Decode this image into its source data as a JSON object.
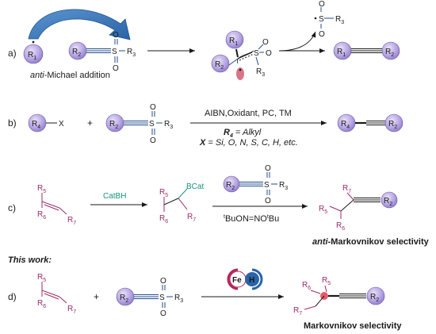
{
  "rows": {
    "a": {
      "label": "a)",
      "caption_em": "anti",
      "caption_rest": "-Michael addition",
      "radical_top": "S",
      "radical_top_r": "R",
      "radical_top_sub": "3"
    },
    "b": {
      "label": "b)",
      "x_atom": "X",
      "plus": "+",
      "conditions": "AIBN,Oxidant, PC, TM",
      "r4_def_r": "R",
      "r4_def_sub": "4",
      "r4_def_rest": " = Alkyl",
      "x_def_x": "X",
      "x_def_rest": " = Si, O, N, S, C, H, etc."
    },
    "c": {
      "label": "c)",
      "reagent": "CatBH",
      "bcat": "BCat",
      "nitrite_sup1": "t",
      "nitrite_mid": "BuON=NO",
      "nitrite_sup2": "t",
      "nitrite_end": "Bu",
      "selectivity_em": "anti",
      "selectivity_rest": "-Markovnikov selectivity"
    },
    "d": {
      "this_work": "This work:",
      "label": "d)",
      "plus": "+",
      "fe": "Fe",
      "h": "H",
      "selectivity": "Markovnikov selectivity"
    },
    "groups": {
      "r1": "R",
      "r1_sub": "1",
      "r2": "R",
      "r2_sub": "2",
      "r3": "R",
      "r3_sub": "3",
      "r4": "R",
      "r4_sub": "4",
      "r5": "R",
      "r5_sub": "5",
      "r6": "R",
      "r6_sub": "6",
      "r7": "R",
      "r7_sub": "7",
      "s": "S",
      "o": "O"
    }
  }
}
